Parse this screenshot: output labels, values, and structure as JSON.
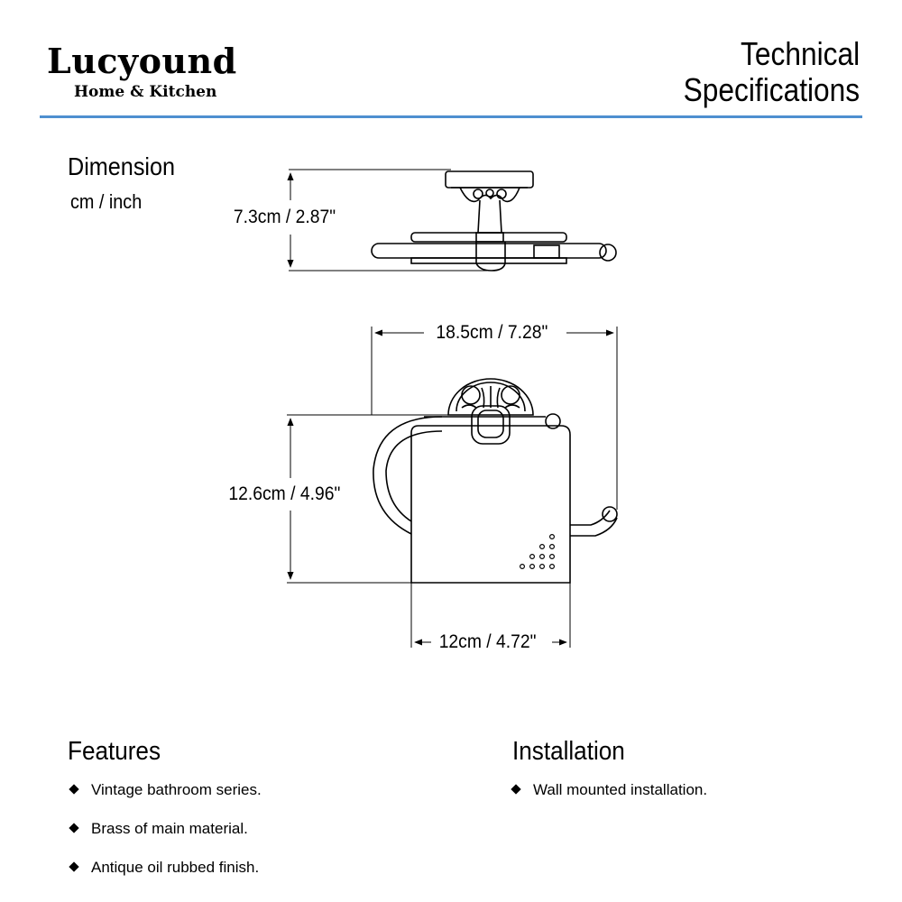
{
  "brand": {
    "name": "Lucyound",
    "subtitle": "Home & Kitchen"
  },
  "header": {
    "title_line1": "Technical",
    "title_line2": "Specifications"
  },
  "dimension": {
    "heading": "Dimension",
    "units": "cm / inch"
  },
  "measurements": {
    "side_height": "7.3cm / 2.87\"",
    "total_width": "18.5cm / 7.28\"",
    "front_height": "12.6cm / 4.96\"",
    "cover_width": "12cm / 4.72\""
  },
  "features": {
    "heading": "Features",
    "items": [
      "Vintage bathroom series.",
      "Brass of main material.",
      "Antique oil rubbed finish."
    ]
  },
  "installation": {
    "heading": "Installation",
    "items": [
      "Wall mounted installation."
    ]
  },
  "colors": {
    "rule": "#4e8fd0",
    "text": "#000000"
  }
}
